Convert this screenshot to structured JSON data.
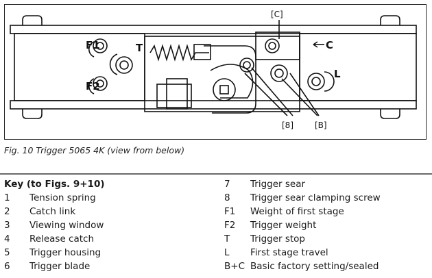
{
  "figure": {
    "callouts": {
      "c_top": "[C]",
      "c_arrow": "C",
      "b_bottom": "[B]",
      "eight": "[8]",
      "f1": "F1",
      "f2": "F2",
      "t": "T",
      "l": "L"
    },
    "caption": "Fig. 10 Trigger 5065 4K (view from below)"
  },
  "key": {
    "title": "Key (to Figs. 9+10)",
    "left": [
      {
        "num": "1",
        "label": "Tension spring"
      },
      {
        "num": "2",
        "label": "Catch link"
      },
      {
        "num": "3",
        "label": "Viewing window"
      },
      {
        "num": "4",
        "label": "Release catch"
      },
      {
        "num": "5",
        "label": "Trigger housing"
      },
      {
        "num": "6",
        "label": "Trigger blade"
      }
    ],
    "right": [
      {
        "num": "7",
        "label": "Trigger sear"
      },
      {
        "num": "8",
        "label": "Trigger sear clamping screw"
      },
      {
        "num": "F1",
        "label": "Weight of first stage"
      },
      {
        "num": "F2",
        "label": "Trigger weight"
      },
      {
        "num": "T",
        "label": "Trigger stop"
      },
      {
        "num": "L",
        "label": "First stage travel"
      },
      {
        "num": "B+C",
        "label": "Basic factory setting/sealed"
      }
    ]
  }
}
